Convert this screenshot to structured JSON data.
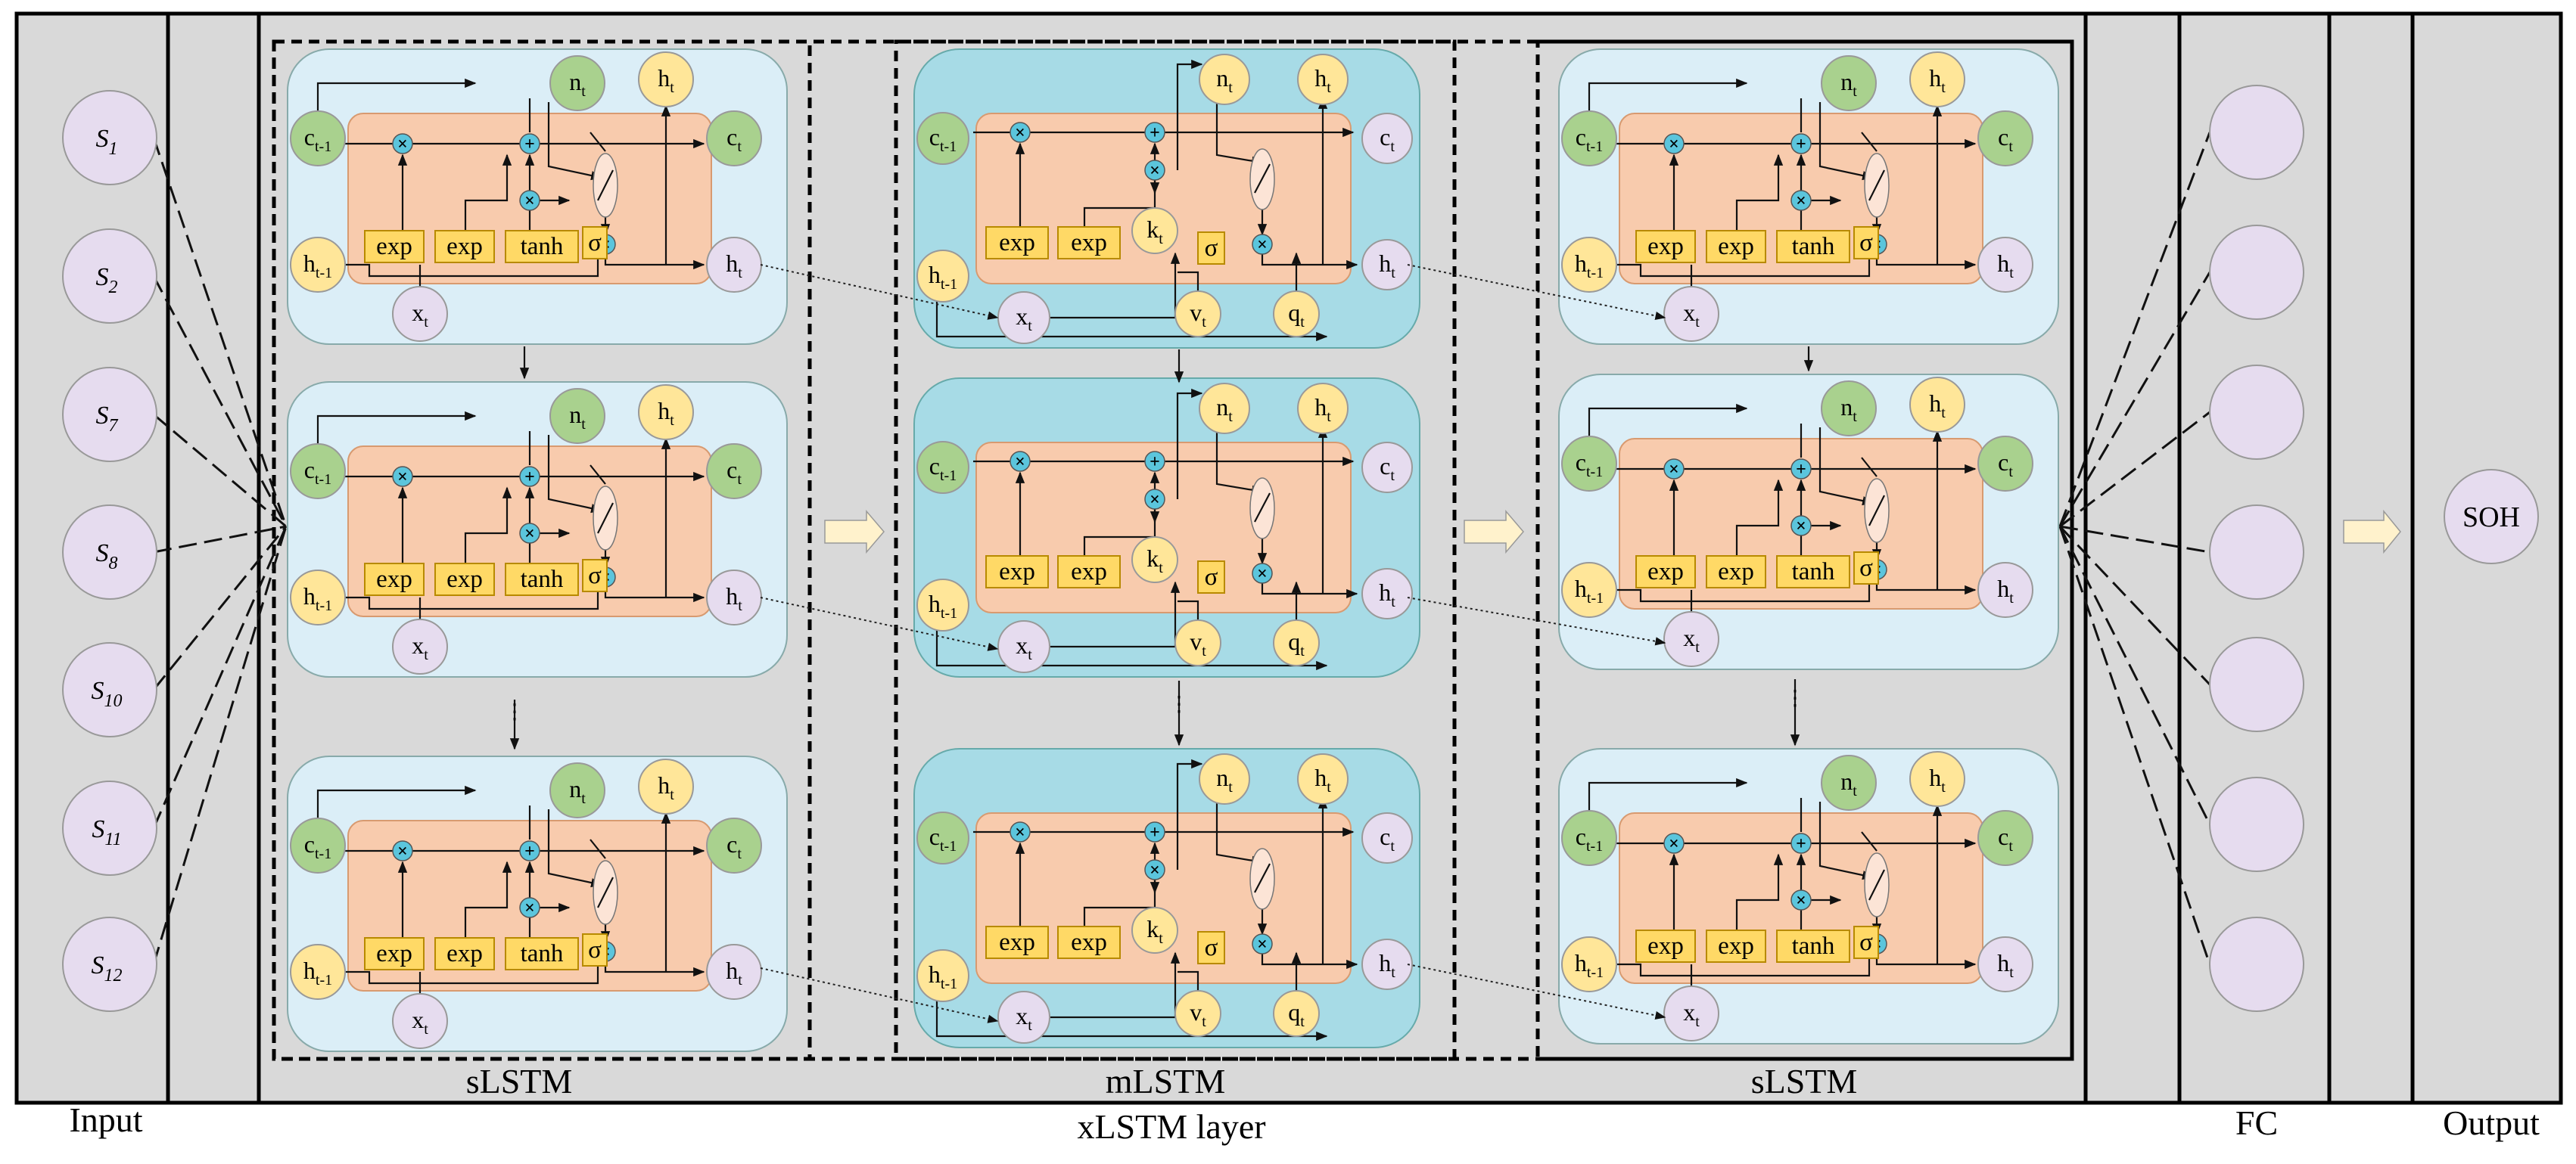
{
  "labels": {
    "input": "Input",
    "xlstm_layer": "xLSTM layer",
    "fc": "FC",
    "output": "Output",
    "output_node": "SOH"
  },
  "input_nodes": [
    {
      "base": "S",
      "sub": "1"
    },
    {
      "base": "S",
      "sub": "2"
    },
    {
      "base": "S",
      "sub": "7"
    },
    {
      "base": "S",
      "sub": "8"
    },
    {
      "base": "S",
      "sub": "10"
    },
    {
      "base": "S",
      "sub": "11"
    },
    {
      "base": "S",
      "sub": "12"
    }
  ],
  "blocks": [
    {
      "label": "sLSTM",
      "type": "s"
    },
    {
      "label": "mLSTM",
      "type": "m"
    },
    {
      "label": "sLSTM",
      "type": "s"
    }
  ],
  "cell_text": {
    "exp": "exp",
    "tanh": "tanh",
    "sigma": "σ",
    "mult": "×",
    "add": "+",
    "continuation": "⋮",
    "n": {
      "b": "n",
      "s": "t"
    },
    "h_out": {
      "b": "h",
      "s": "t"
    },
    "c_prev": {
      "b": "c",
      "s": "t-1"
    },
    "c_out": {
      "b": "c",
      "s": "t"
    },
    "h_prev": {
      "b": "h",
      "s": "t-1"
    },
    "h_right": {
      "b": "h",
      "s": "t"
    },
    "x": {
      "b": "x",
      "s": "t"
    },
    "k": {
      "b": "k",
      "s": "t"
    },
    "v": {
      "b": "v",
      "s": "t"
    },
    "q": {
      "b": "q",
      "s": "t"
    }
  },
  "colors": {
    "panel_bg": "#d9d9d9",
    "node_purple": "#e6dcef",
    "node_green": "#a9d18e",
    "node_yellow": "#ffe699",
    "cell_light_blue": "#dbeef7",
    "cell_teal": "#a7dbe6",
    "inner_orange": "#f8cbad",
    "gate_yellow": "#ffd966",
    "op_blue": "#5bc5dc",
    "arrow_fill": "#fff2cc"
  }
}
